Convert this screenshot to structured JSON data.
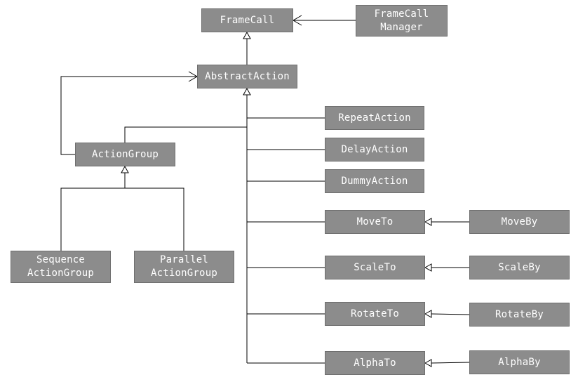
{
  "nodes": {
    "frame_call": {
      "lines": [
        "FrameCall"
      ]
    },
    "frame_call_manager": {
      "lines": [
        "FrameCall",
        "Manager"
      ]
    },
    "abstract_action": {
      "lines": [
        "AbstractAction"
      ]
    },
    "action_group": {
      "lines": [
        "ActionGroup"
      ]
    },
    "sequence_action_group": {
      "lines": [
        "Sequence",
        "ActionGroup"
      ]
    },
    "parallel_action_group": {
      "lines": [
        "Parallel",
        "ActionGroup"
      ]
    },
    "repeat_action": {
      "lines": [
        "RepeatAction"
      ]
    },
    "delay_action": {
      "lines": [
        "DelayAction"
      ]
    },
    "dummy_action": {
      "lines": [
        "DummyAction"
      ]
    },
    "move_to": {
      "lines": [
        "MoveTo"
      ]
    },
    "move_by": {
      "lines": [
        "MoveBy"
      ]
    },
    "scale_to": {
      "lines": [
        "ScaleTo"
      ]
    },
    "scale_by": {
      "lines": [
        "ScaleBy"
      ]
    },
    "rotate_to": {
      "lines": [
        "RotateTo"
      ]
    },
    "rotate_by": {
      "lines": [
        "RotateBy"
      ]
    },
    "alpha_to": {
      "lines": [
        "AlphaTo"
      ]
    },
    "alpha_by": {
      "lines": [
        "AlphaBy"
      ]
    }
  },
  "relations": [
    {
      "from": "frame_call_manager",
      "to": "frame_call",
      "kind": "association"
    },
    {
      "from": "abstract_action",
      "to": "frame_call",
      "kind": "inheritance"
    },
    {
      "from": "action_group",
      "to": "abstract_action",
      "kind": "association"
    },
    {
      "from": "action_group",
      "to": "abstract_action",
      "kind": "inheritance"
    },
    {
      "from": "repeat_action",
      "to": "abstract_action",
      "kind": "inheritance"
    },
    {
      "from": "delay_action",
      "to": "abstract_action",
      "kind": "inheritance"
    },
    {
      "from": "dummy_action",
      "to": "abstract_action",
      "kind": "inheritance"
    },
    {
      "from": "move_to",
      "to": "abstract_action",
      "kind": "inheritance"
    },
    {
      "from": "scale_to",
      "to": "abstract_action",
      "kind": "inheritance"
    },
    {
      "from": "rotate_to",
      "to": "abstract_action",
      "kind": "inheritance"
    },
    {
      "from": "alpha_to",
      "to": "abstract_action",
      "kind": "inheritance"
    },
    {
      "from": "sequence_action_group",
      "to": "action_group",
      "kind": "inheritance"
    },
    {
      "from": "parallel_action_group",
      "to": "action_group",
      "kind": "inheritance"
    },
    {
      "from": "move_by",
      "to": "move_to",
      "kind": "inheritance"
    },
    {
      "from": "scale_by",
      "to": "scale_to",
      "kind": "inheritance"
    },
    {
      "from": "rotate_by",
      "to": "rotate_to",
      "kind": "inheritance"
    },
    {
      "from": "alpha_by",
      "to": "alpha_to",
      "kind": "inheritance"
    }
  ],
  "colors": {
    "node_fill": "#8c8c8c",
    "node_border": "#6e6e6e",
    "node_text": "#ffffff",
    "line": "#000000",
    "background": "#ffffff"
  }
}
